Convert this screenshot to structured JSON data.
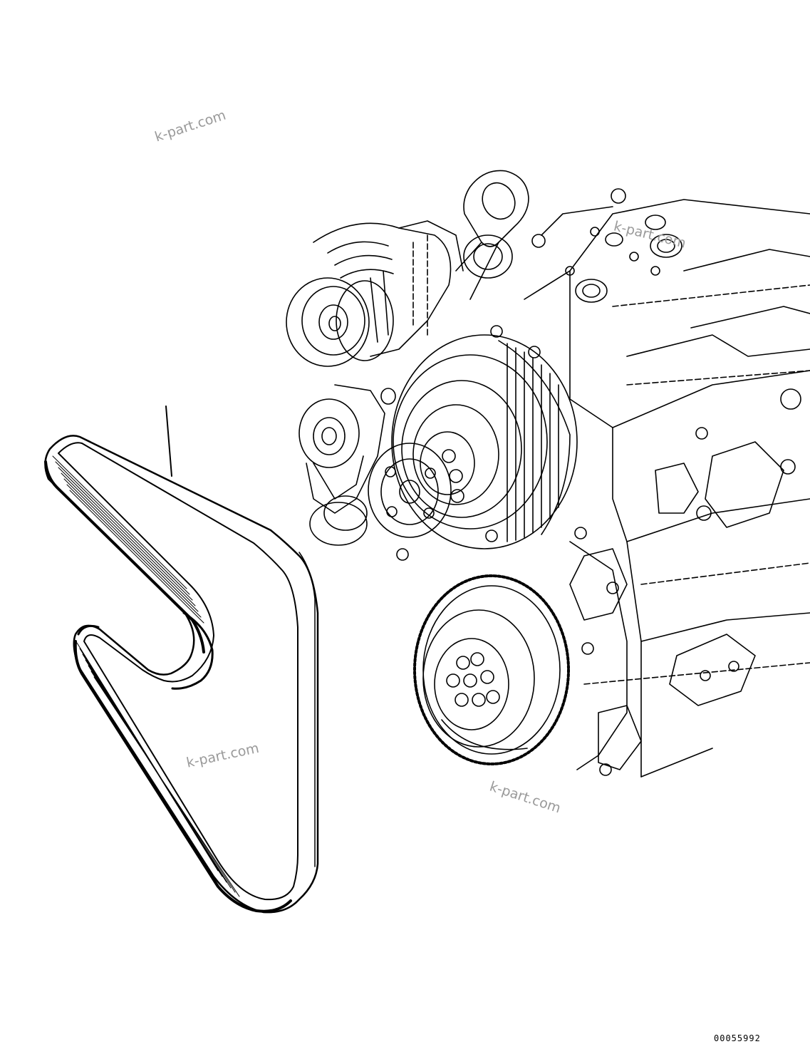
{
  "diagram": {
    "kind": "exploded-parts-view",
    "parts": [
      {
        "name": "serpentine-belt",
        "callout": ""
      },
      {
        "name": "engine-front-assembly",
        "callout": ""
      }
    ],
    "colors": {
      "line": "#000000",
      "background": "#ffffff",
      "watermark": "#9a9a9a"
    }
  },
  "watermarks": [
    "k-part.com",
    "k-part.com",
    "k-part.com",
    "k-part.com"
  ],
  "drawing_number": "00055992"
}
